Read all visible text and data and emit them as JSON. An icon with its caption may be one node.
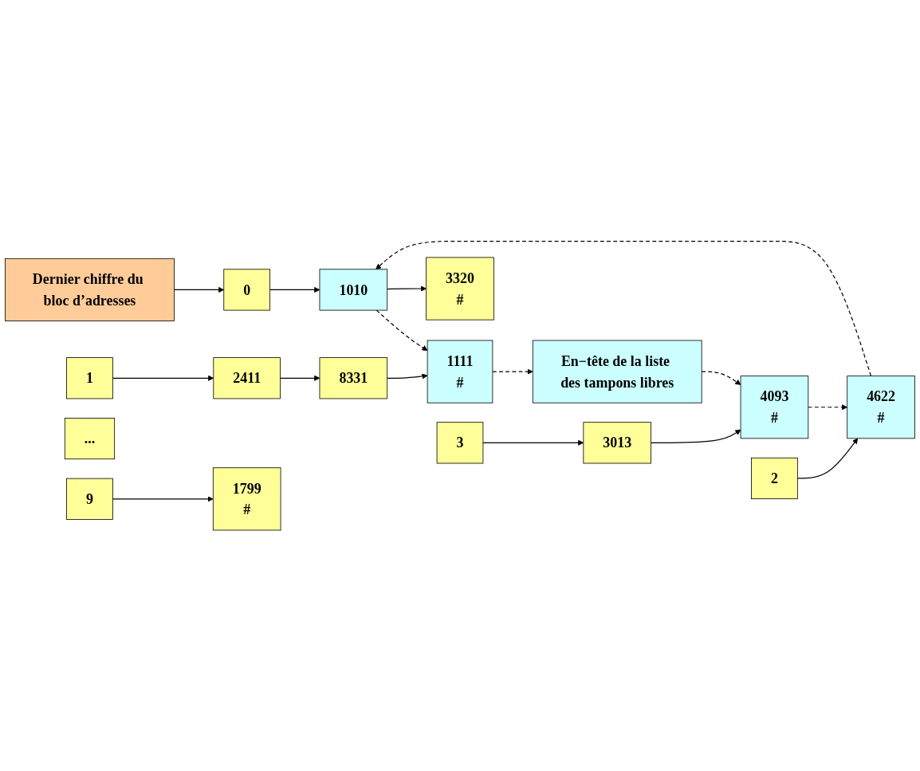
{
  "diagram": {
    "nodes": [
      {
        "text": [
          "Dernier chiffre du bloc d’adresses"
        ]
      },
      {
        "text": [
          "0"
        ]
      },
      {
        "text": [
          "1"
        ]
      },
      {
        "text": [
          "2"
        ]
      },
      {
        "text": [
          "3"
        ]
      },
      {
        "text": [
          "..."
        ]
      },
      {
        "text": [
          "9"
        ]
      },
      {
        "text": [
          "1010"
        ]
      },
      {
        "text": [
          "2411"
        ]
      },
      {
        "text": [
          "4622",
          "#"
        ]
      },
      {
        "text": [
          "3013"
        ]
      },
      {
        "text": [
          "1799",
          "#"
        ]
      },
      {
        "text": [
          "3320",
          "#"
        ]
      },
      {
        "text": [
          "8331"
        ]
      },
      {
        "text": [
          "4093",
          "#"
        ]
      },
      {
        "text": [
          "1111",
          "#"
        ]
      },
      {
        "text": [
          "En−tête de la liste des tampons libres"
        ]
      }
    ],
    "edges": [
      {
        "from": 0,
        "to": 1,
        "arrow": "to"
      },
      {
        "from": 1,
        "to": 7,
        "arrow": "to"
      },
      {
        "from": 2,
        "to": 8,
        "arrow": "to"
      },
      {
        "from": 3,
        "to": 9,
        "arrow": "to"
      },
      {
        "from": 4,
        "to": 10,
        "arrow": "to"
      },
      {
        "from": 6,
        "to": 11,
        "arrow": "to"
      },
      {
        "from": 7,
        "to": 12,
        "arrow": "to"
      },
      {
        "from": 8,
        "to": 13,
        "arrow": "to"
      },
      {
        "from": 13,
        "to": 15,
        "arrow": "to"
      },
      {
        "from": 10,
        "to": 14,
        "arrow": "to"
      },
      {
        "from": 7,
        "to": 15,
        "arrow": "to",
        "style": "dashed"
      },
      {
        "from": 15,
        "to": 16,
        "arrow": "to",
        "style": "dashed"
      },
      {
        "from": 16,
        "to": 14,
        "arrow": "to",
        "style": "dashed"
      },
      {
        "from": 14,
        "to": 9,
        "arrow": "to",
        "style": "dashed"
      },
      {
        "from": 9,
        "to": 7,
        "arrow": "to",
        "style": "dashed"
      }
    ]
  }
}
